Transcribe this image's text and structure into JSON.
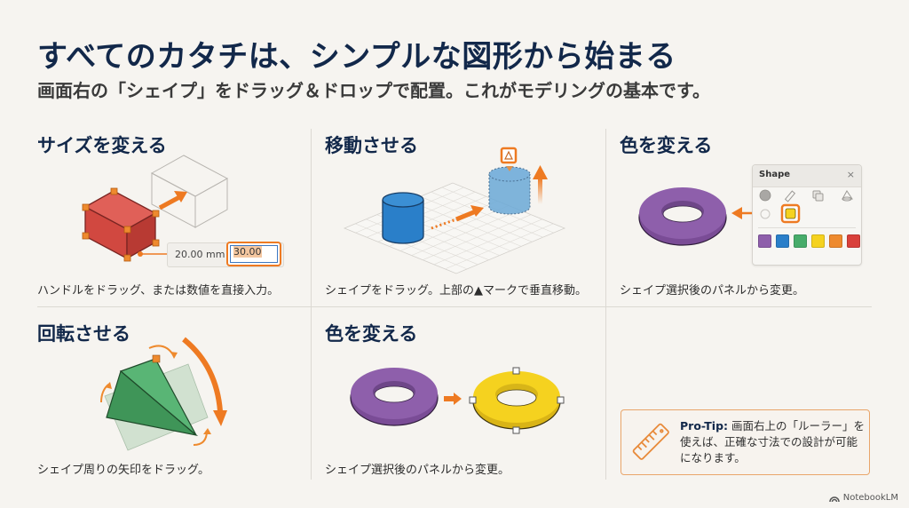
{
  "header": {
    "title": "すべてのカタチは、シンプルな図形から始まる",
    "subtitle": "画面右の「シェイプ」をドラッグ＆ドロップで配置。これがモデリングの基本です。"
  },
  "cells": [
    {
      "title": "サイズを変える",
      "desc": "ハンドルをドラッグ、または数値を直接入力。"
    },
    {
      "title": "移動させる",
      "desc": "シェイプをドラッグ。上部の▲マークで垂直移動。"
    },
    {
      "title": "色を変える",
      "desc": "シェイプ選択後のパネルから変更。"
    },
    {
      "title": "回転させる",
      "desc": "シェイプ周りの矢印をドラッグ。"
    },
    {
      "title": "色を変える",
      "desc": "シェイプ選択後のパネルから変更。"
    }
  ],
  "size_editor": {
    "current_value": "20.00 mm",
    "input_value": "30.00"
  },
  "move_handle": {
    "up_glyph": "▲",
    "down_glyph": "▼"
  },
  "shape_panel": {
    "title": "Shape",
    "close_glyph": "×",
    "tools": [
      "solid-icon",
      "pencil-icon",
      "duplicate-icon",
      "hole-icon",
      "rotate-icon",
      "color-icon"
    ],
    "selected_color": "#f5d21f",
    "swatches": [
      {
        "name": "purple",
        "color": "#8e5fab"
      },
      {
        "name": "blue",
        "color": "#2a7fc9"
      },
      {
        "name": "green",
        "color": "#47ac6a"
      },
      {
        "name": "yellow",
        "color": "#f5d21f"
      },
      {
        "name": "orange",
        "color": "#ee8a2e"
      },
      {
        "name": "red",
        "color": "#d9403b"
      }
    ]
  },
  "protip": {
    "label": "Pro-Tip:",
    "text": " 画面右上の「ルーラー」を使えば、正確な寸法での設計が可能になります。"
  },
  "brand": {
    "name": "NotebookLM"
  },
  "colors": {
    "accent": "#ee7a22",
    "title": "#12284a",
    "box_red": "#d9443e",
    "cylinder_blue": "#2a7fc9",
    "torus_purple": "#8e5fab",
    "torus_yellow": "#f5d21f",
    "pyramid_green": "#4aa867"
  }
}
